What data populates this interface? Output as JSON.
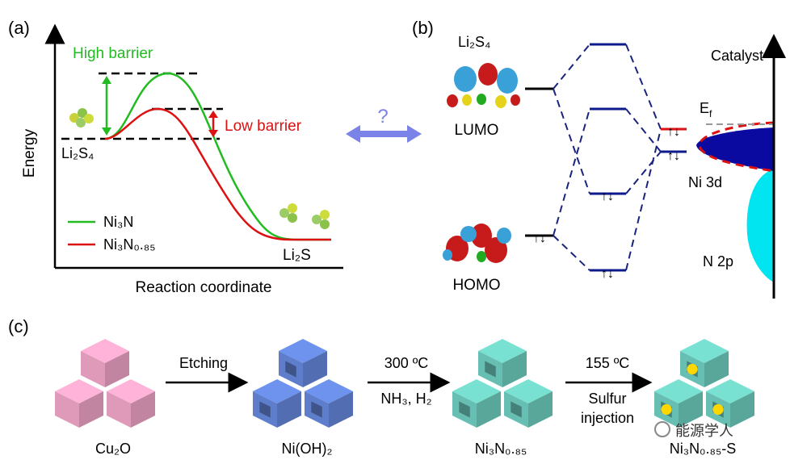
{
  "panel_a": {
    "label": "(a)",
    "y_axis": "Energy",
    "x_axis": "Reaction coordinate",
    "high_barrier": "High barrier",
    "low_barrier": "Low barrier",
    "reactant": "Li₂S₄",
    "product": "Li₂S",
    "legend": [
      {
        "name": "Ni₃N",
        "color": "#22bb22"
      },
      {
        "name": "Ni₃N₀.₈₅",
        "color": "#dd1111"
      }
    ]
  },
  "link": {
    "symbol": "?"
  },
  "panel_b": {
    "label": "(b)",
    "molecule": "Li₂S₄",
    "lumo": "LUMO",
    "homo": "HOMO",
    "catalyst": "Catalyst",
    "fermi": "E",
    "fermi_sub": "f",
    "ni_band": "Ni 3d",
    "n_band": "N 2p"
  },
  "panel_c": {
    "label": "(c)",
    "stages": [
      "Cu₂O",
      "Ni(OH)₂",
      "Ni₃N₀.₈₅",
      "Ni₃N₀.₈₅-S"
    ],
    "steps": [
      {
        "top": "Etching",
        "bottom": []
      },
      {
        "top": "300 ºC",
        "bottom": [
          "NH₃, H₂"
        ]
      },
      {
        "top": "155 ºC",
        "bottom": [
          "Sulfur",
          "injection"
        ]
      }
    ],
    "colors": {
      "cu2o": "#f2a6c9",
      "nioh2": "#6688dd",
      "ni3n": "#6fd0c2",
      "sulfur": "#ffd700"
    }
  },
  "watermark": "能源学人",
  "colors": {
    "green": "#22bb22",
    "red": "#dd1111",
    "blue_dash": "#1a237e",
    "blue_level": "#0d1a8c",
    "arrow_blue": "#7b83e8",
    "ni_band": "#0a0aa0",
    "n_band": "#00e5f0"
  }
}
